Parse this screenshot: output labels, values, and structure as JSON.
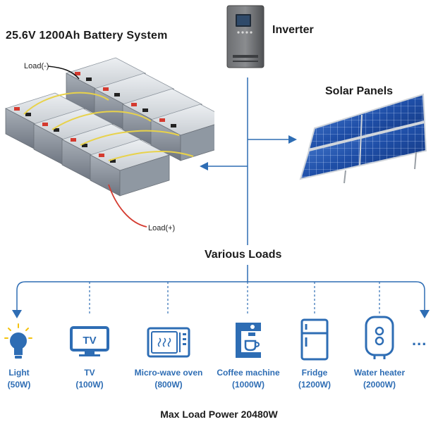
{
  "system_title": "25.6V 1200Ah Battery System",
  "inverter_label": "Inverter",
  "solar_label": "Solar Panels",
  "loads_label": "Various Loads",
  "terminal_negative": "Load(-)",
  "terminal_positive": "Load(+)",
  "appliances": [
    {
      "name": "Light",
      "power": "(50W)",
      "icon": "light-bulb-icon"
    },
    {
      "name": "TV",
      "power": "(100W)",
      "icon": "tv-icon",
      "icon_text": "TV"
    },
    {
      "name": "Micro-wave oven",
      "power": "(800W)",
      "icon": "microwave-icon"
    },
    {
      "name": "Coffee machine",
      "power": "(1000W)",
      "icon": "coffee-machine-icon"
    },
    {
      "name": "Fridge",
      "power": "(1200W)",
      "icon": "fridge-icon"
    },
    {
      "name": "Water heater",
      "power": "(2000W)",
      "icon": "water-heater-icon"
    }
  ],
  "more_indicator": "...",
  "max_load": "Max Load Power 20480W",
  "colors": {
    "line": "#2e6db4",
    "icon": "#2e6db4",
    "text": "#2e6db4",
    "bulb_glow": "#f4c20d"
  }
}
